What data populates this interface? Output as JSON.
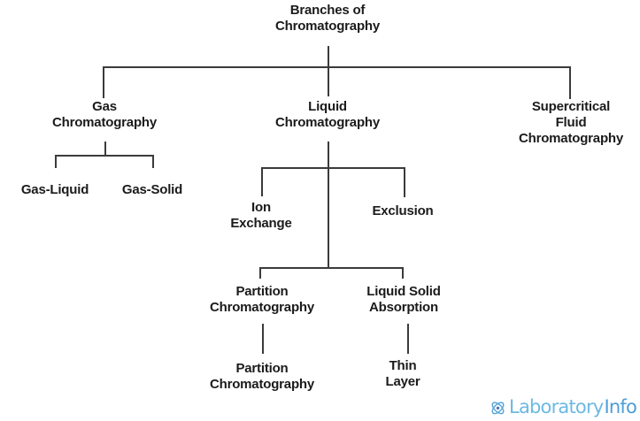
{
  "colors": {
    "line": "#3b3b3b",
    "text": "#1b1b1b",
    "logo-brand": "#6cb9e3",
    "logo-suffix": "#4c9ed8"
  },
  "nodes": {
    "title": {
      "label": "Branches of\nChromatography"
    },
    "gas": {
      "label": "Gas\nChromatography"
    },
    "liquid": {
      "label": "Liquid\nChromatography"
    },
    "supercritical": {
      "label": "Supercritical\nFluid\nChromatography"
    },
    "gas_liquid": {
      "label": "Gas-Liquid"
    },
    "gas_solid": {
      "label": "Gas-Solid"
    },
    "ion_exchange": {
      "label": "Ion\nExchange"
    },
    "exclusion": {
      "label": "Exclusion"
    },
    "partition": {
      "label": "Partition\nChromatography"
    },
    "liquid_solid": {
      "label": "Liquid Solid\nAbsorption"
    },
    "partition_sub": {
      "label": "Partition\nChromatography"
    },
    "thin_layer": {
      "label": "Thin\nLayer"
    }
  },
  "hierarchy": {
    "Branches of Chromatography": {
      "Gas Chromatography": [
        "Gas-Liquid",
        "Gas-Solid"
      ],
      "Liquid Chromatography": {
        "Ion Exchange": [],
        "Exclusion": [],
        "Partition Chromatography": [
          "Partition Chromatography"
        ],
        "Liquid Solid Absorption": [
          "Thin Layer"
        ]
      },
      "Supercritical Fluid Chromatography": []
    }
  },
  "logo": {
    "icon": "atom-icon",
    "brand": "Laboratory",
    "suffix": "Info"
  }
}
